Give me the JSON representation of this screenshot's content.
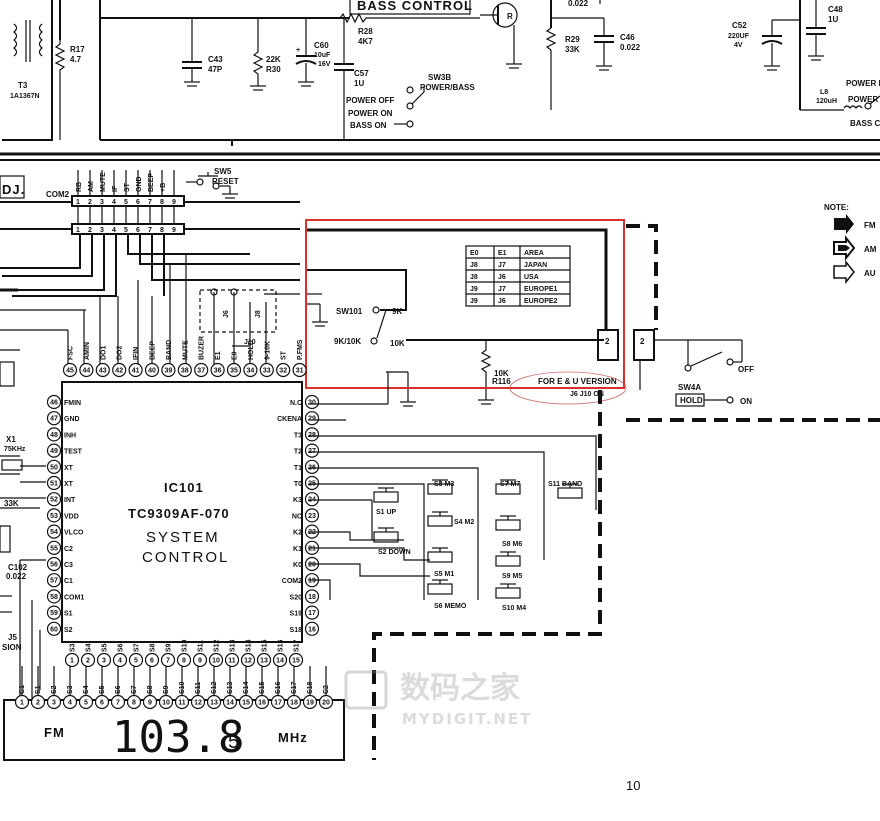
{
  "header": {
    "bass_control": "BASS CONTROL",
    "transistor": "R"
  },
  "components": {
    "r17": [
      "R17",
      "4.7"
    ],
    "t3": [
      "T3",
      "1A1367N"
    ],
    "c43": [
      "C43",
      "47P"
    ],
    "r30": [
      "22K",
      "R30"
    ],
    "c60": [
      "C60",
      "10uF",
      "16V"
    ],
    "r28": [
      "R28",
      "4K7"
    ],
    "c57": [
      "C57",
      "1U"
    ],
    "r29": [
      "R29",
      "33K"
    ],
    "c46": [
      "C46",
      "0.022"
    ],
    "c46_top": "0.022",
    "c52": [
      "C52",
      "220UF",
      "4V"
    ],
    "c48": [
      "C48",
      "1U"
    ],
    "l8": [
      "L8",
      "120uH"
    ],
    "x1": [
      "X1",
      "75KHz"
    ],
    "r33k": "33K",
    "c102": [
      "C102",
      "0.022"
    ],
    "j5": [
      "J5",
      "SION"
    ],
    "r116": [
      "10K",
      "R116"
    ]
  },
  "switches": {
    "sw3b": [
      "SW3B",
      "POWER/BASS"
    ],
    "power_off": "POWER OFF",
    "power_on": "POWER ON",
    "bass_on": "BASS ON",
    "power_right": [
      "POWER I",
      "POWER",
      "BASS C"
    ],
    "sw5": [
      "SW5",
      "RESET"
    ],
    "sw101": "SW101",
    "sw101_9k": "9K",
    "sw101_9k10k": "9K/10K",
    "sw101_10k": "10K",
    "sw4a": "SW4A",
    "hold": "HOLD",
    "off": "OFF",
    "on": "ON"
  },
  "connector": {
    "name": "COM2",
    "signals": [
      "RB",
      "AM",
      "MUTE",
      "IF",
      "ST",
      "GND",
      "BEEP",
      "+B"
    ],
    "pins": [
      "1",
      "2",
      "3",
      "4",
      "5",
      "6",
      "7",
      "8",
      "9"
    ],
    "left_label": "DJ.",
    "jack": "2"
  },
  "note": {
    "title": "NOTE:",
    "items": [
      "FM",
      "AM",
      "AU"
    ]
  },
  "jumpers": {
    "j6": "J6",
    "j8": "J8",
    "j10": "J10"
  },
  "area_table": {
    "headers": [
      "E0",
      "E1",
      "AREA"
    ],
    "rows": [
      [
        "J8",
        "J7",
        "JAPAN"
      ],
      [
        "J8",
        "J6",
        "USA"
      ],
      [
        "J9",
        "J7",
        "EUROPE1"
      ],
      [
        "J9",
        "J6",
        "EUROPE2"
      ]
    ]
  },
  "version_note": [
    "FOR E & U VERSION",
    "J6  J10  ON"
  ],
  "ic": {
    "ref": "IC101",
    "part": "TC9309AF-070",
    "line1": "SYSTEM",
    "line2": "CONTROL",
    "top_pins": [
      {
        "n": "45",
        "s": "FSC"
      },
      {
        "n": "44",
        "s": "AMIN"
      },
      {
        "n": "43",
        "s": "DO1"
      },
      {
        "n": "42",
        "s": "DO2"
      },
      {
        "n": "41",
        "s": "IFIN"
      },
      {
        "n": "40",
        "s": "BEEP"
      },
      {
        "n": "39",
        "s": "BAND"
      },
      {
        "n": "38",
        "s": "MUTE"
      },
      {
        "n": "37",
        "s": "BUZER"
      },
      {
        "n": "36",
        "s": "E1"
      },
      {
        "n": "35",
        "s": "E0"
      },
      {
        "n": "34",
        "s": "HOLD"
      },
      {
        "n": "33",
        "s": "9-10K"
      },
      {
        "n": "32",
        "s": "ST"
      },
      {
        "n": "31",
        "s": "P.FMS"
      }
    ],
    "left_pins": [
      {
        "n": "46",
        "s": "FMIN"
      },
      {
        "n": "47",
        "s": "GND"
      },
      {
        "n": "48",
        "s": "INH"
      },
      {
        "n": "49",
        "s": "TEST"
      },
      {
        "n": "50",
        "s": "XT"
      },
      {
        "n": "51",
        "s": "XT"
      },
      {
        "n": "52",
        "s": "INT"
      },
      {
        "n": "53",
        "s": "VDD"
      },
      {
        "n": "54",
        "s": "VLCO"
      },
      {
        "n": "55",
        "s": "C2"
      },
      {
        "n": "56",
        "s": "C3"
      },
      {
        "n": "57",
        "s": "C1"
      },
      {
        "n": "58",
        "s": "COM1"
      },
      {
        "n": "59",
        "s": "S1"
      },
      {
        "n": "60",
        "s": "S2"
      }
    ],
    "right_pins": [
      {
        "n": "30",
        "s": "N.C"
      },
      {
        "n": "29",
        "s": "CKENA"
      },
      {
        "n": "28",
        "s": "T3"
      },
      {
        "n": "27",
        "s": "T2"
      },
      {
        "n": "26",
        "s": "T1"
      },
      {
        "n": "25",
        "s": "T0"
      },
      {
        "n": "24",
        "s": "K3"
      },
      {
        "n": "23",
        "s": "NC"
      },
      {
        "n": "22",
        "s": "K2"
      },
      {
        "n": "21",
        "s": "K1"
      },
      {
        "n": "20",
        "s": "K0"
      },
      {
        "n": "19",
        "s": "COM2"
      },
      {
        "n": "18",
        "s": "S20"
      },
      {
        "n": "17",
        "s": "S19"
      },
      {
        "n": "16",
        "s": "S18"
      }
    ],
    "bottom_pins": [
      {
        "n": "1",
        "s": "S3"
      },
      {
        "n": "2",
        "s": "S4"
      },
      {
        "n": "3",
        "s": "S5"
      },
      {
        "n": "4",
        "s": "S6"
      },
      {
        "n": "5",
        "s": "S7"
      },
      {
        "n": "6",
        "s": "S8"
      },
      {
        "n": "7",
        "s": "S9"
      },
      {
        "n": "8",
        "s": "S10"
      },
      {
        "n": "9",
        "s": "S11"
      },
      {
        "n": "10",
        "s": "S12"
      },
      {
        "n": "11",
        "s": "S13"
      },
      {
        "n": "12",
        "s": "S14"
      },
      {
        "n": "13",
        "s": "S15"
      },
      {
        "n": "14",
        "s": "S16"
      },
      {
        "n": "15",
        "s": "S17"
      }
    ]
  },
  "keys": [
    {
      "id": "s1",
      "l": "S1  UP"
    },
    {
      "id": "s2",
      "l": "S2 DOWN"
    },
    {
      "id": "s3",
      "l": "S3  M3"
    },
    {
      "id": "s4",
      "l": "S4 M2"
    },
    {
      "id": "s5",
      "l": "S5  M1"
    },
    {
      "id": "s6",
      "l": "S6 MEMO"
    },
    {
      "id": "s7",
      "l": "S7  M7"
    },
    {
      "id": "s8",
      "l": "S8  M6"
    },
    {
      "id": "s9",
      "l": "S9  M5"
    },
    {
      "id": "s10",
      "l": "S10  M4"
    },
    {
      "id": "s11",
      "l": "S11    BAND"
    }
  ],
  "lcd": {
    "top_labels": [
      "C1",
      "S1",
      "S2",
      "S3",
      "S4",
      "S5",
      "S6",
      "S7",
      "S8",
      "S9",
      "S10",
      "S11",
      "S12",
      "S13",
      "S14",
      "S15",
      "S16",
      "S17",
      "S18",
      "C2"
    ],
    "pins": [
      "1",
      "2",
      "3",
      "4",
      "5",
      "6",
      "7",
      "8",
      "9",
      "10",
      "11",
      "12",
      "13",
      "14",
      "15",
      "16",
      "17",
      "18",
      "19",
      "20"
    ],
    "band": "FM",
    "frequency": "103.8",
    "sub": "5",
    "unit": "MHz"
  },
  "watermark": {
    "cn": "数码之家",
    "en": "MYDIGIT.NET"
  },
  "page_number": "10"
}
